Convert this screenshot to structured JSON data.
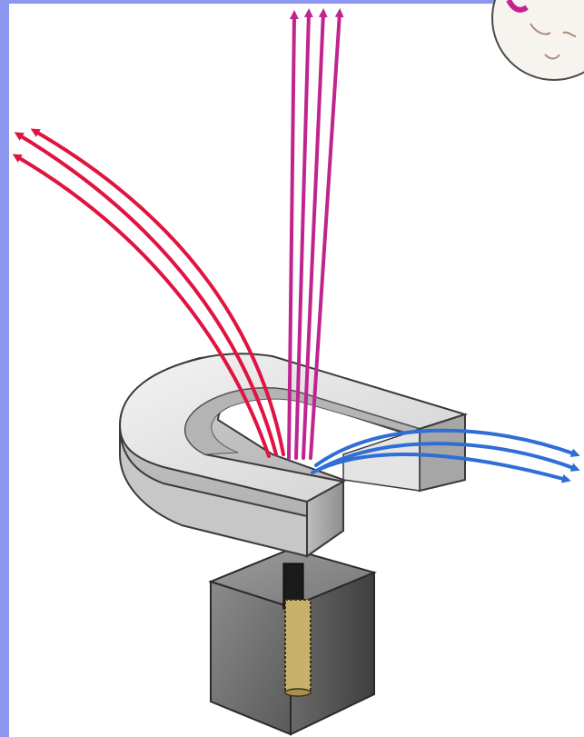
{
  "figure": {
    "background_color": "#8c96ee",
    "canvas_color": "#ffffff",
    "magnet_color": "#d7d7d7",
    "magnet_edge_color": "#4a4a4a",
    "base_color": "#6b6b6b",
    "source_tube_color": "#c8b16a",
    "source_tube_outline": "#3a3217",
    "beams": [
      {
        "name": "left-deflected-beam",
        "color": "#e01442",
        "count": 3
      },
      {
        "name": "straight-beam",
        "color": "#c0248f",
        "count": 4
      },
      {
        "name": "right-deflected-beam",
        "color": "#2f6ed4",
        "count": 3
      }
    ],
    "inset_color": "#f7f3ef",
    "icon_names": [
      "magnet-icon",
      "radiation-source-icon",
      "inset-magnifier-icon"
    ]
  }
}
